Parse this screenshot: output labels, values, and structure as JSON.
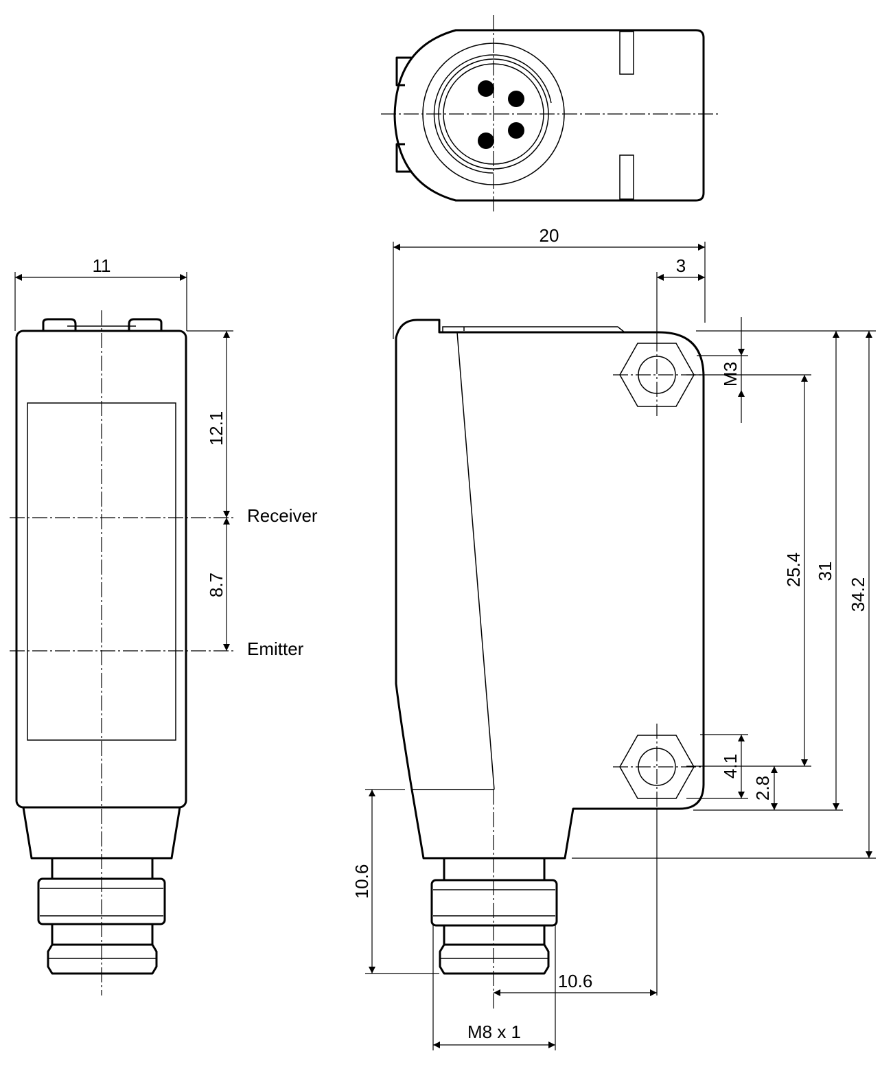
{
  "labels": {
    "receiver": "Receiver",
    "emitter": "Emitter"
  },
  "dimensions": {
    "width_side": "11",
    "receiver_offset": "12.1",
    "emitter_spacing": "8.7",
    "width_front": "20",
    "hole_edge_offset": "3",
    "thread_hole": "M3",
    "hole_spacing": "25.4",
    "height_body": "31",
    "height_total": "34.2",
    "hole_diameter": "4.1",
    "bottom_offset": "2.8",
    "connector_length": "10.6",
    "connector_offset": "10.6",
    "connector_thread": "M8 x 1"
  }
}
